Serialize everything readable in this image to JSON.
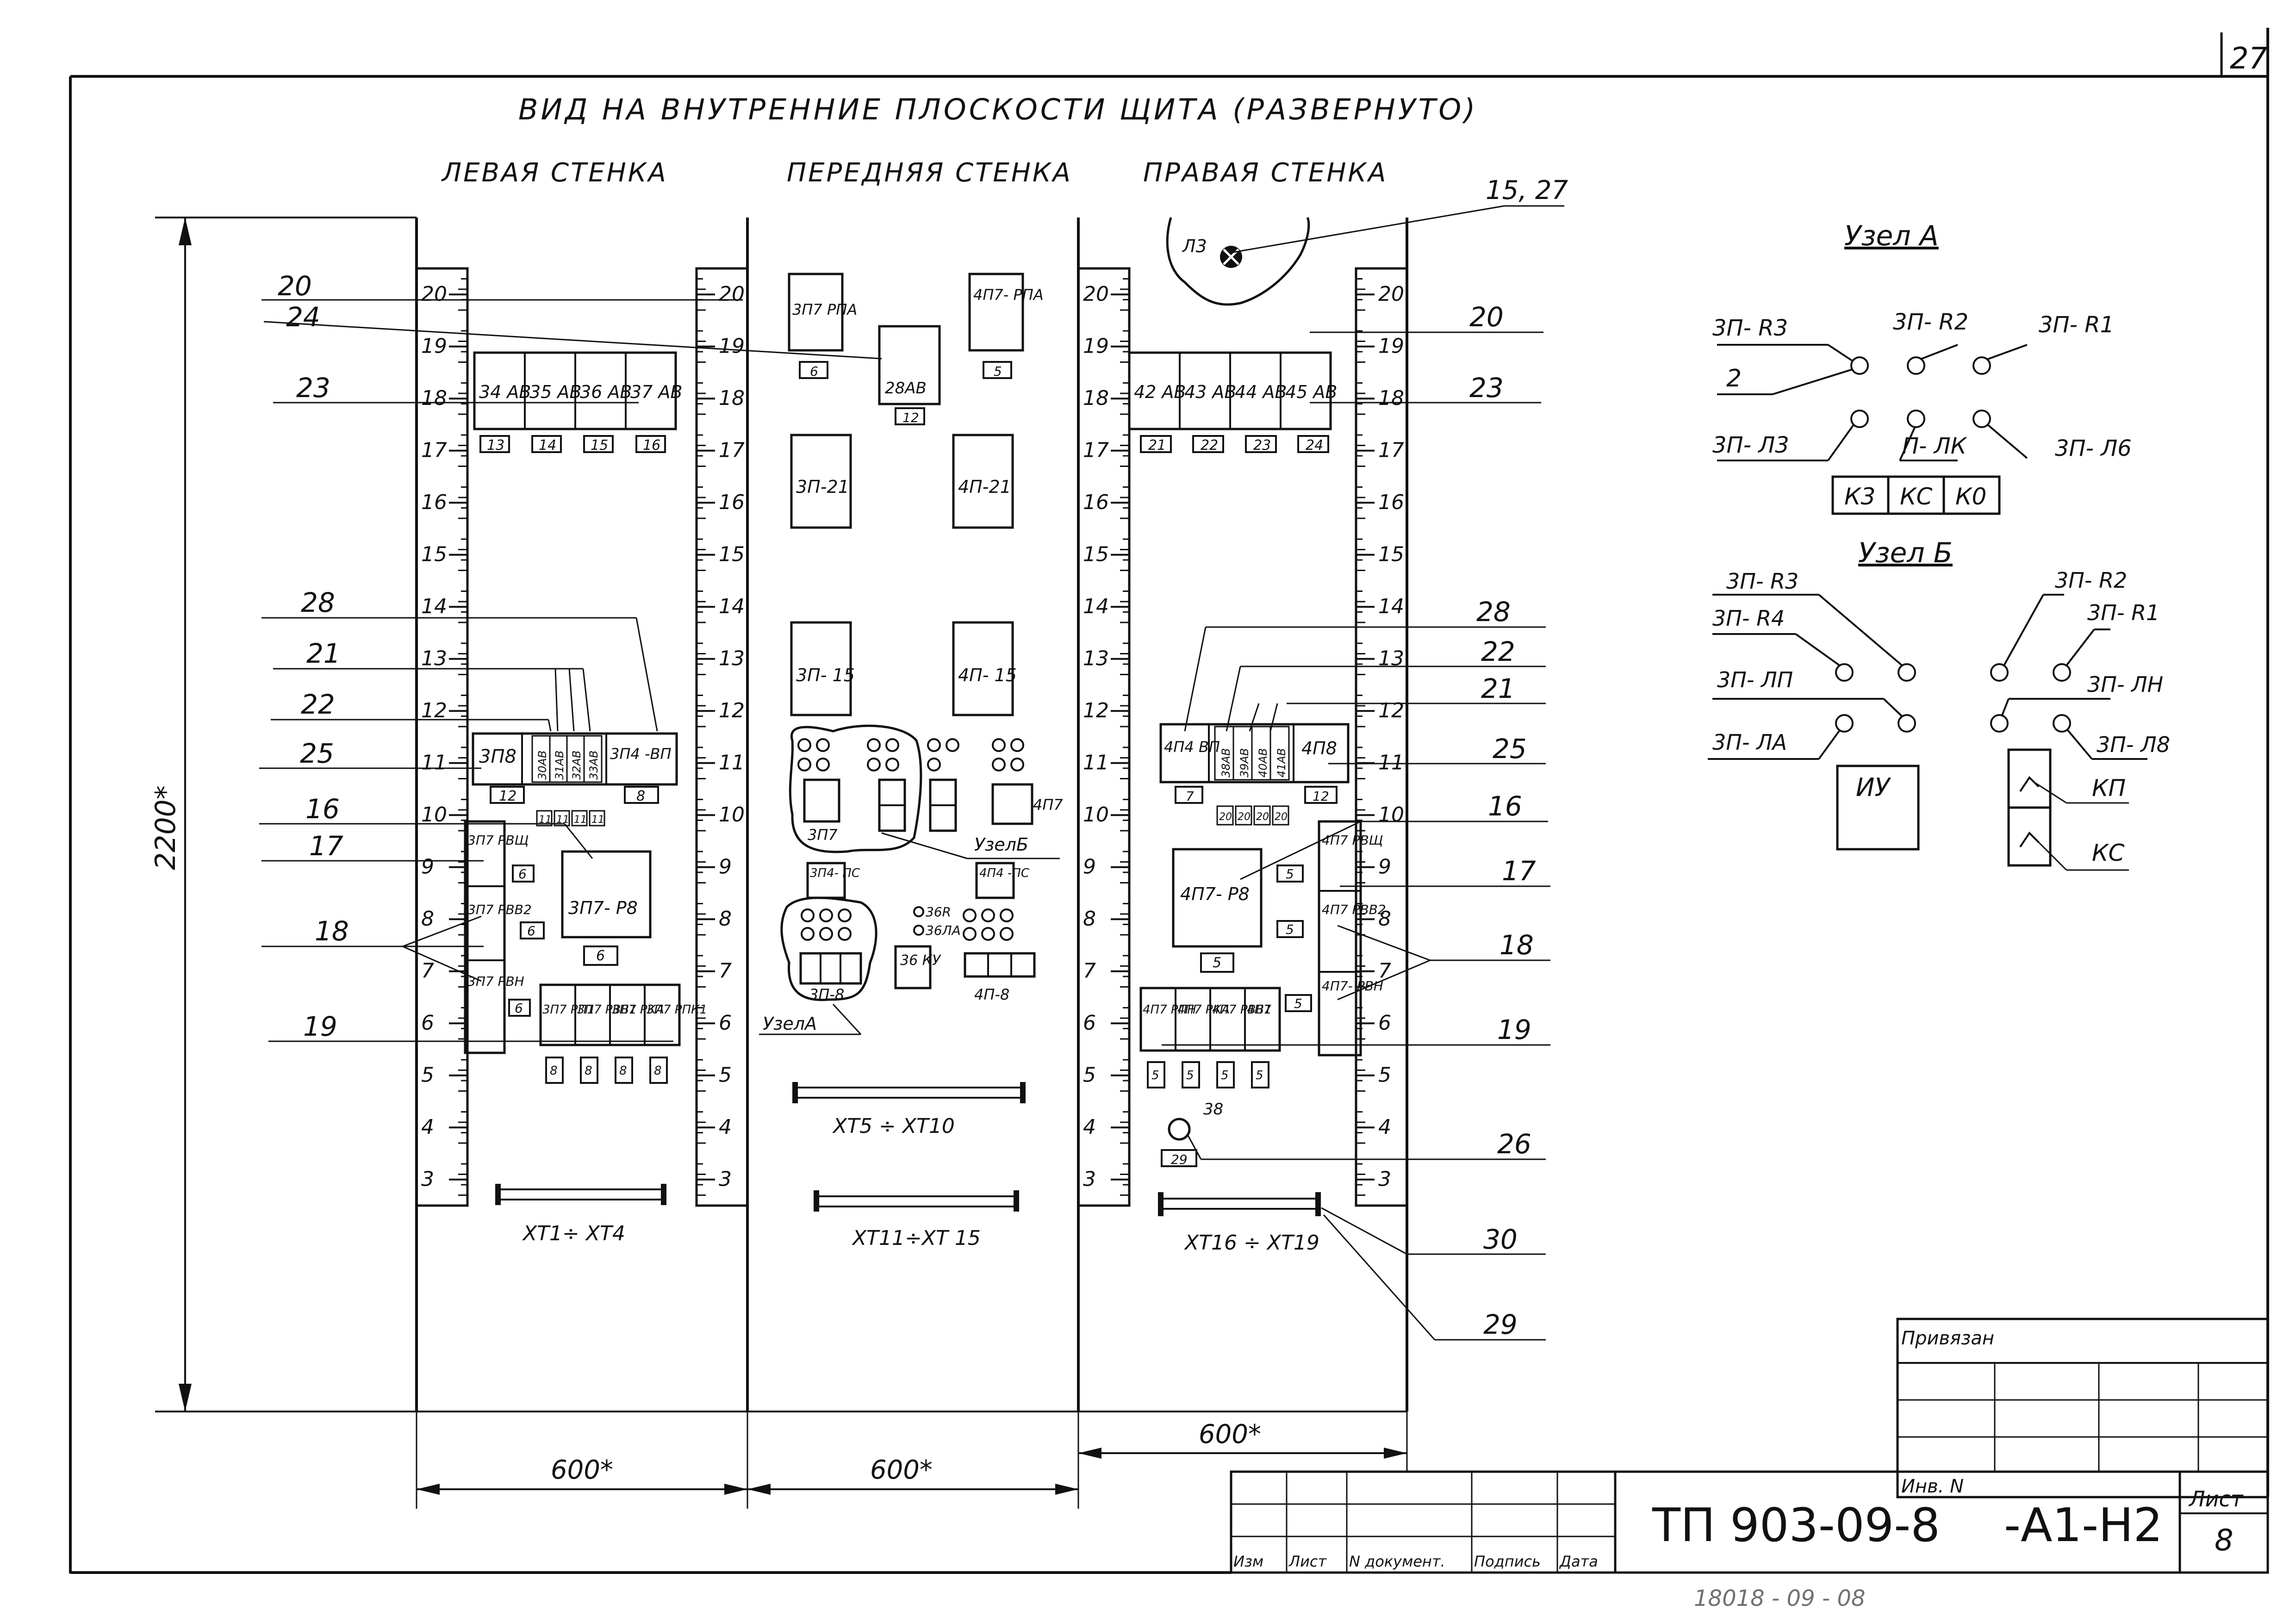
{
  "sheet_corner": "27",
  "title": "ВИД НА ВНУТРЕННИЕ ПЛОСКОСТИ ЩИТА (РАЗВЕРНУТО)",
  "wall_labels": {
    "left": "ЛЕВАЯ СТЕНКА",
    "front": "ПЕРЕДНЯЯ СТЕНКА",
    "right": "ПРАВАЯ СТЕНКА"
  },
  "dimensions": {
    "height": "2200*",
    "width_left": "600*",
    "width_front": "600*",
    "width_right": "600*"
  },
  "rail_numbers": [
    "20",
    "19",
    "18",
    "17",
    "16",
    "15",
    "14",
    "13",
    "12",
    "11",
    "10",
    "9",
    "8",
    "7",
    "6",
    "5",
    "4",
    "3"
  ],
  "left_wall": {
    "breakers": [
      "34 АВ",
      "35 АВ",
      "36 АВ",
      "37 АВ"
    ],
    "breaker_tags": [
      "13",
      "14",
      "15",
      "16"
    ],
    "device_3p8": "3П8",
    "device_3p4": "3П4 -ВП",
    "tag_12": "12",
    "tag_8": "8",
    "small_av": [
      "30АВ",
      "31АВ",
      "32АВ",
      "33АВ"
    ],
    "small_av_tags": [
      "11",
      "11",
      "11",
      "11"
    ],
    "rvsh": "3П7 РВЩ",
    "rvv2": "3П7 РВВ2",
    "rvn": "3П7 РВН",
    "tags_6": [
      "6",
      "6",
      "6",
      "6"
    ],
    "relay_p8": "3П7- Р8",
    "relays": [
      "3П7 РП1",
      "3П7 РВВ1",
      "3П7 РКА",
      "3П7 РПК1"
    ],
    "relay_tags": [
      "8",
      "8",
      "8",
      "8"
    ],
    "terminals": "ХТ1÷ ХТ4"
  },
  "front_wall": {
    "rpa_3": "3П7 РПА",
    "rpa_3_tag": "6",
    "rpa_4": "4П7- РПА",
    "rpa_4_tag": "5",
    "av28": "28АВ",
    "av28_tag": "12",
    "p21_3": "3П-21",
    "p21_4": "4П-21",
    "p15_3": "3П- 15",
    "p15_4": "4П- 15",
    "label_3p7": "3П7",
    "label_4p7": "4П7",
    "uzel_b_ref": "УзелБ",
    "ps_3": "3П4- ПС",
    "ps_4": "4П4 -ПС",
    "r36": "36R",
    "la36": "36ЛА",
    "ku36": "36 КУ",
    "p8_3": "3П-8",
    "p8_4": "4П-8",
    "uzel_a_ref": "УзелА",
    "terminals_1": "ХТ5 ÷ ХТ10",
    "terminals_2": "ХТ11÷ХТ 15"
  },
  "right_wall": {
    "lamp": "Л3",
    "breakers": [
      "42 АВ",
      "43 АВ",
      "44 АВ",
      "45 АВ"
    ],
    "breaker_tags": [
      "21",
      "22",
      "23",
      "24"
    ],
    "device_4p4": "4П4 ВП",
    "device_4p8": "4П8",
    "tag_7": "7",
    "tag_12": "12",
    "small_av": [
      "38АВ",
      "39АВ",
      "40АВ",
      "41АВ"
    ],
    "small_av_tags": [
      "20",
      "20",
      "20",
      "20"
    ],
    "relay_p8": "4П7- Р8",
    "tag_5": "5",
    "rvsh": "4П7 РВЩ",
    "rvv2": "4П7 РВВ2",
    "rvn": "4П7- РВН",
    "tags_5": [
      "5",
      "5",
      "5"
    ],
    "relays": [
      "4П7 РПН",
      "4П7 РКА",
      "4П7 РВВ1",
      "4П7"
    ],
    "relay_tags": [
      "5",
      "5",
      "5",
      "5"
    ],
    "item_38": "38",
    "tag_29": "29",
    "terminals": "ХТ16 ÷ ХТ19"
  },
  "callouts_left": [
    "20",
    "24",
    "23",
    "28",
    "21",
    "22",
    "25",
    "16",
    "17",
    "18",
    "19"
  ],
  "callouts_right": [
    "15, 27",
    "20",
    "23",
    "28",
    "22",
    "21",
    "25",
    "16",
    "17",
    "18",
    "19",
    "26",
    "30",
    "29"
  ],
  "uzel_a": {
    "title": "Узел А",
    "labels": [
      "3П- R3",
      "3П- R2",
      "3П- R1",
      "2",
      "3П- Л3",
      "П- ЛК",
      "3П- Л6"
    ],
    "boxes": [
      "К3",
      "КС",
      "К0"
    ]
  },
  "uzel_b": {
    "title": "Узел Б",
    "labels": [
      "3П- R3",
      "3П- R4",
      "3П- ЛП",
      "3П- ЛА",
      "3П- R2",
      "3П- R1",
      "3П- ЛН",
      "3П- Л8"
    ],
    "box": "ИУ",
    "switches": [
      "КП",
      "КС"
    ]
  },
  "title_block": {
    "privyazan": "Привязан",
    "inv": "Инв. N",
    "designation": "ТП 903-09-8",
    "code": "-А1-Н2",
    "sheet_label": "Лист",
    "sheet_number": "8",
    "columns": [
      "Изм",
      "Лист",
      "N документ.",
      "Подпись",
      "Дата"
    ]
  },
  "footer_number": "18018 - 09 - 08"
}
